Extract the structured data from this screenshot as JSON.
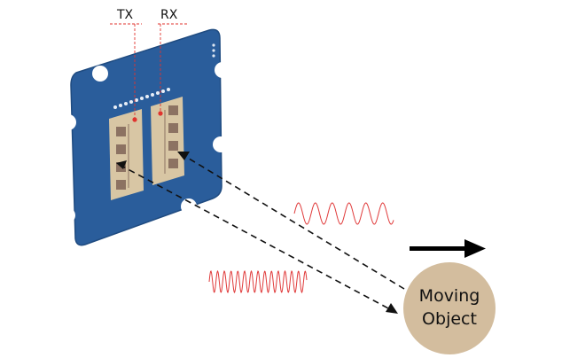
{
  "labels": {
    "tx": "TX",
    "rx": "RX",
    "object_line1": "Moving",
    "object_line2": "Object"
  },
  "icons": {
    "motion_arrow": "arrow-right-icon",
    "board": "radar-sensor-board-icon"
  },
  "colors": {
    "board_blue": "#2a5d9b",
    "board_edge": "#1f4b80",
    "antenna_pad": "#d8c6a4",
    "patch": "#8c7262",
    "leader_red": "#e0332e",
    "wave_red": "#e03a3a",
    "object_tan": "#d3bd9e",
    "arrow_black": "#000000"
  }
}
